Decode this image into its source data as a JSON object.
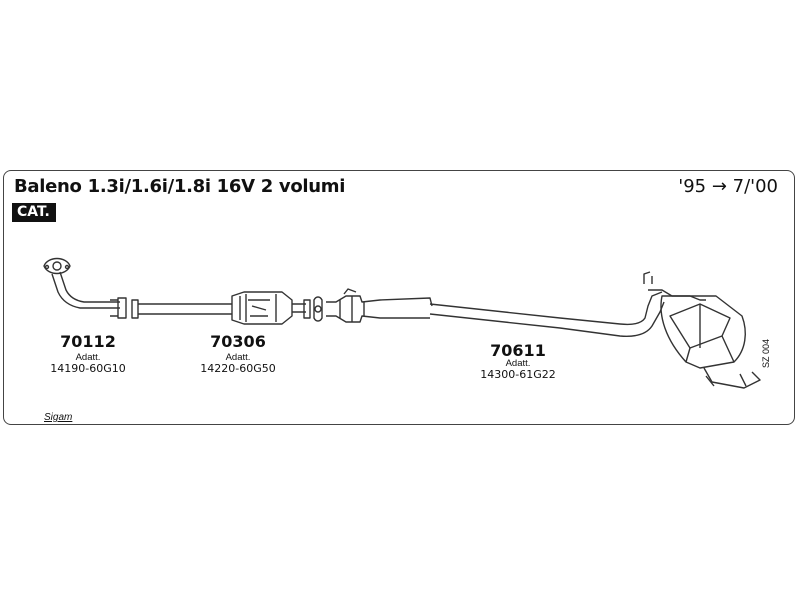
{
  "header": {
    "title": "Baleno 1.3i/1.6i/1.8i 16V 2 volumi",
    "years": "'95 → 7/'00",
    "badge": "CAT."
  },
  "parts": [
    {
      "code": "70112",
      "label": "Adatt.",
      "number": "14190-60G10"
    },
    {
      "code": "70306",
      "label": "Adatt.",
      "number": "14220-60G50"
    },
    {
      "code": "70611",
      "label": "Adatt.",
      "number": "14300-61G22"
    }
  ],
  "footer": {
    "ref": "SZ 004",
    "brand": "Sigam"
  }
}
